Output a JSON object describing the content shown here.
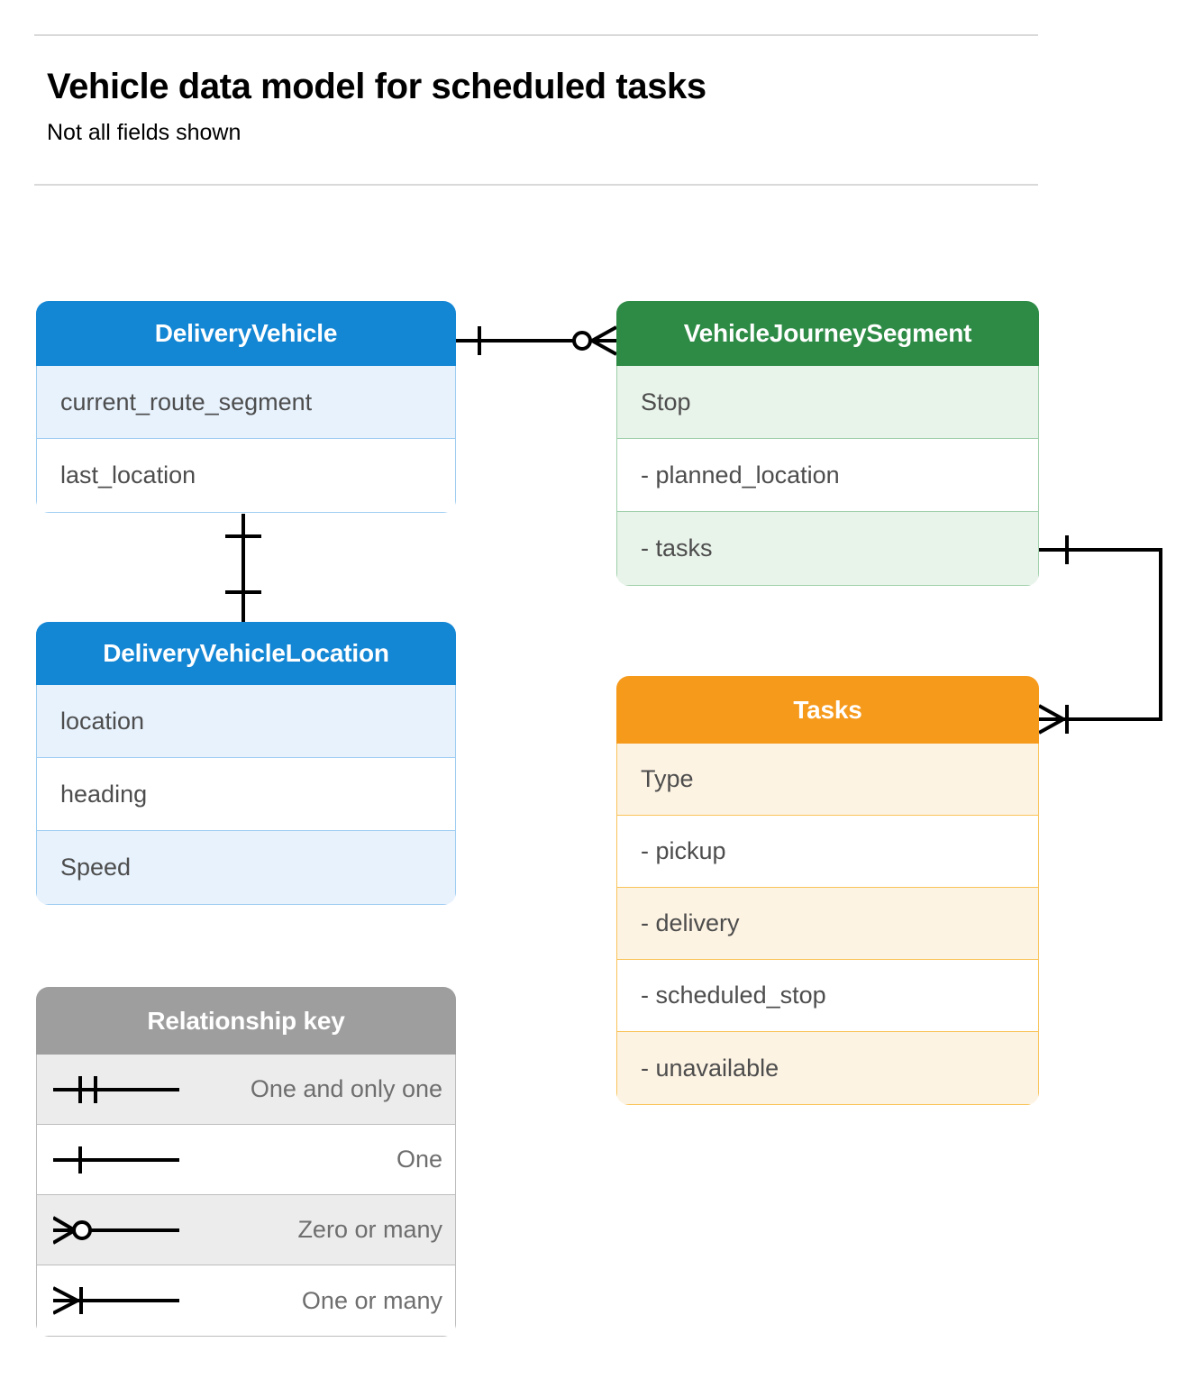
{
  "header": {
    "title": "Vehicle data model for scheduled tasks",
    "subtitle": "Not all fields shown"
  },
  "colors": {
    "blue_header": "#1386d4",
    "blue_row": "#e7f2fd",
    "blue_border": "#9ecdf2",
    "green_header": "#2e8b46",
    "green_row": "#e8f3ea",
    "green_border": "#9fd0ab",
    "orange_header": "#f69a1c",
    "orange_row": "#fdf3e3",
    "orange_border": "#f9c358",
    "gray_header": "#9e9e9e",
    "gray_row": "#ececec",
    "gray_border": "#bdbdbd",
    "text": "#4d4d4d",
    "connector": "#000000"
  },
  "entities": {
    "delivery_vehicle": {
      "title": "DeliveryVehicle",
      "fields": [
        "current_route_segment",
        "last_location"
      ]
    },
    "journey_segment": {
      "title": "VehicleJourneySegment",
      "fields": [
        "Stop",
        "-  planned_location",
        "- tasks"
      ]
    },
    "vehicle_location": {
      "title": "DeliveryVehicleLocation",
      "fields": [
        "location",
        "heading",
        "Speed"
      ]
    },
    "tasks": {
      "title": "Tasks",
      "fields": [
        "Type",
        "-  pickup",
        "-  delivery",
        "-  scheduled_stop",
        "-  unavailable"
      ]
    }
  },
  "legend": {
    "title": "Relationship key",
    "items": [
      {
        "symbol": "one-and-only-one",
        "label": "One and only one"
      },
      {
        "symbol": "one",
        "label": "One"
      },
      {
        "symbol": "zero-or-many",
        "label": "Zero or many"
      },
      {
        "symbol": "one-or-many",
        "label": "One or many"
      }
    ]
  },
  "relationships": [
    {
      "from": "DeliveryVehicle",
      "to": "VehicleJourneySegment",
      "from_cardinality": "one",
      "to_cardinality": "zero-or-many"
    },
    {
      "from": "DeliveryVehicle",
      "to": "DeliveryVehicleLocation",
      "from_cardinality": "one",
      "to_cardinality": "one"
    },
    {
      "from": "VehicleJourneySegment",
      "to": "Tasks",
      "from_cardinality": "one",
      "to_cardinality": "one-or-many"
    }
  ]
}
